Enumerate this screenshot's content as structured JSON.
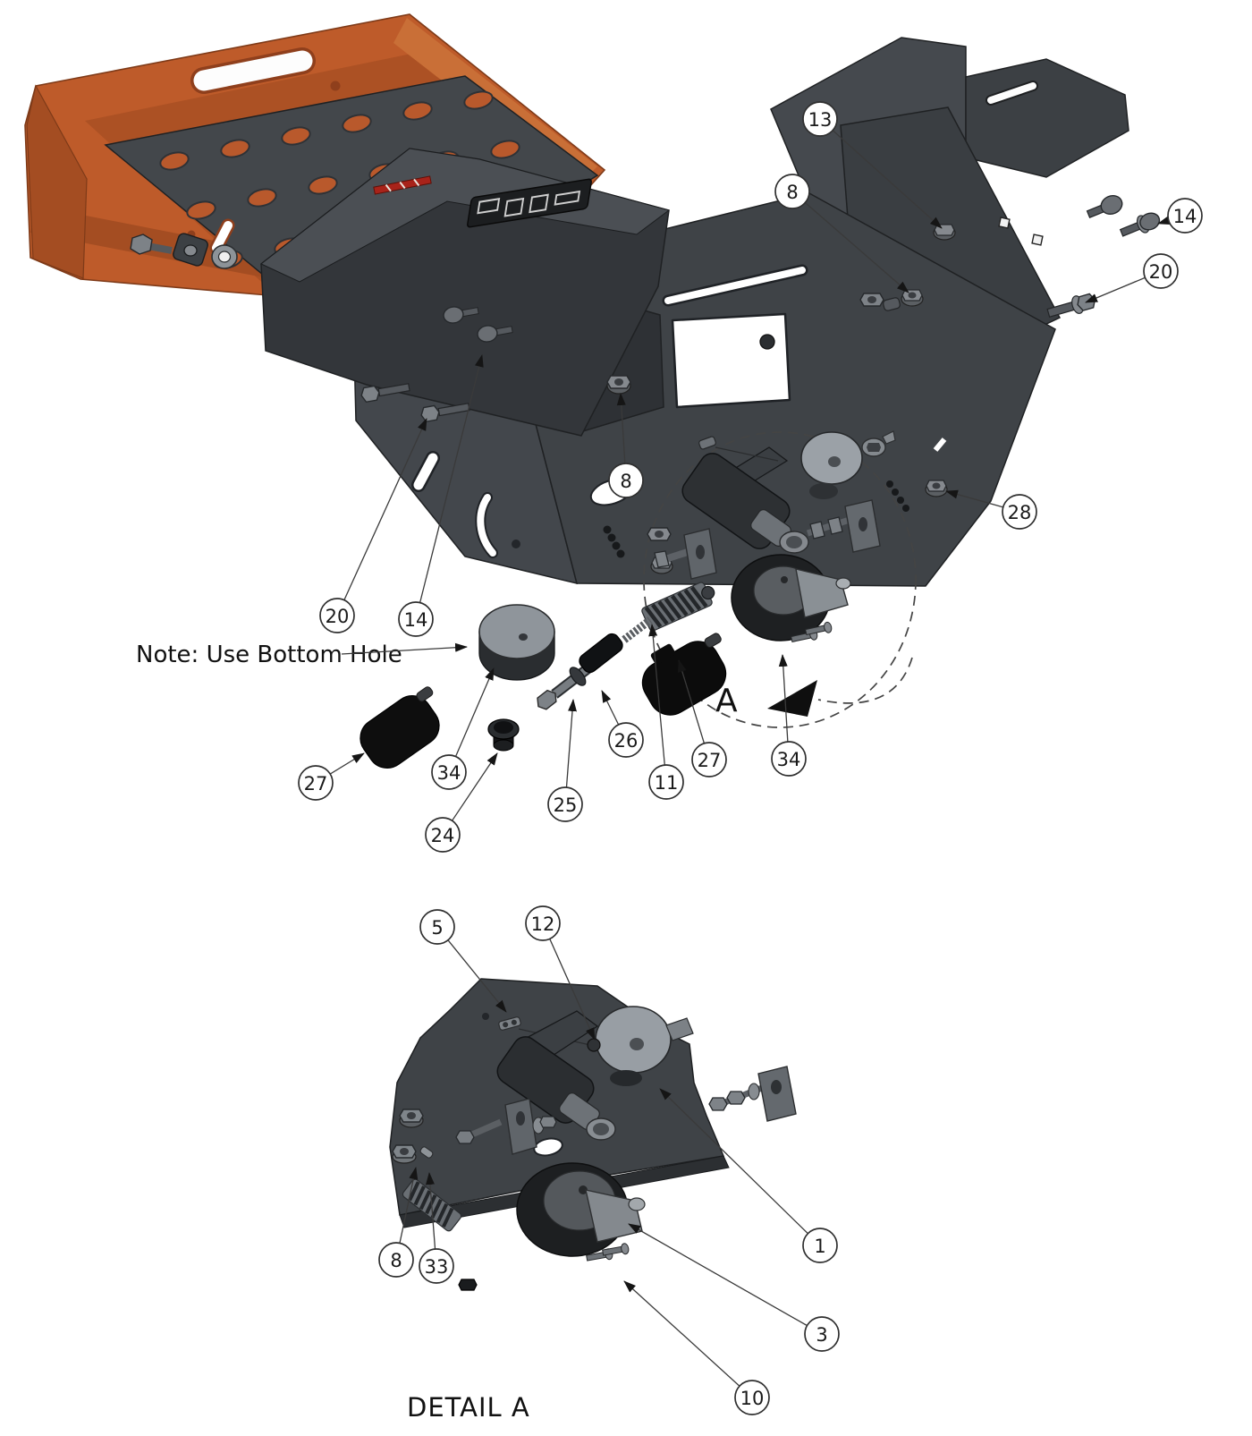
{
  "diagram": {
    "note": "Note: Use Bottom Hole",
    "detail_title": "DETAIL  A",
    "detail_marker": "A"
  },
  "callouts": [
    {
      "label": "13"
    },
    {
      "label": "8"
    },
    {
      "label": "14"
    },
    {
      "label": "20"
    },
    {
      "label": "28"
    },
    {
      "label": "8"
    },
    {
      "label": "20"
    },
    {
      "label": "14"
    },
    {
      "label": "27"
    },
    {
      "label": "34"
    },
    {
      "label": "24"
    },
    {
      "label": "25"
    },
    {
      "label": "26"
    },
    {
      "label": "11"
    },
    {
      "label": "27"
    },
    {
      "label": "34"
    },
    {
      "label": "5"
    },
    {
      "label": "12"
    },
    {
      "label": "8"
    },
    {
      "label": "33"
    },
    {
      "label": "1"
    },
    {
      "label": "3"
    },
    {
      "label": "10"
    }
  ],
  "colors": {
    "accent_orange": "#BE5B2A",
    "orange_dark": "#8F3F1C",
    "plate_dark": "#3F4347",
    "cover_dark": "#33363A",
    "metal_gray": "#8F959B",
    "rubber_black": "#121212",
    "line": "#2F2F2F",
    "background": "#FFFFFF"
  }
}
